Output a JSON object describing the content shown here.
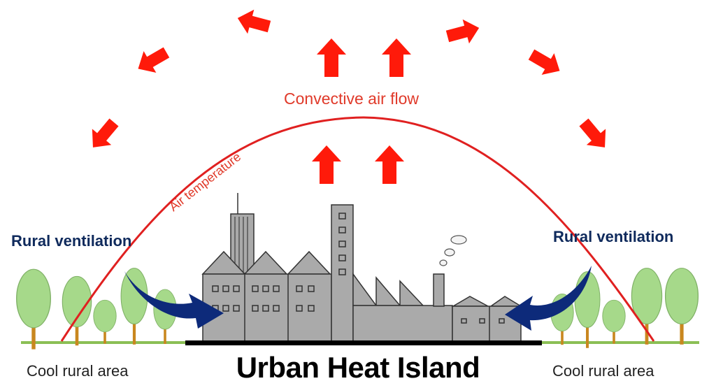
{
  "diagram": {
    "title": "Urban Heat Island",
    "convective_label": "Convective air flow",
    "temperature_label": "Air temperature",
    "rural_ventilation_left": "Rural ventilation",
    "rural_ventilation_right": "Rural ventilation",
    "cool_area_left": "Cool rural area",
    "cool_area_right": "Cool rural area"
  },
  "colors": {
    "heat_arrow": "#ff1a0a",
    "temperature_curve": "#e02020",
    "wind_arrow": "#0d2a7a",
    "building": "#aaaaaa",
    "tree_foliage": "#a6d98a",
    "ground_rural": "#8bbf55",
    "ground_urban": "#000000"
  },
  "icons": [
    "up-arrow-icon",
    "wind-arrow-icon",
    "tree-icon",
    "factory-icon",
    "smoke-cloud-icon"
  ]
}
